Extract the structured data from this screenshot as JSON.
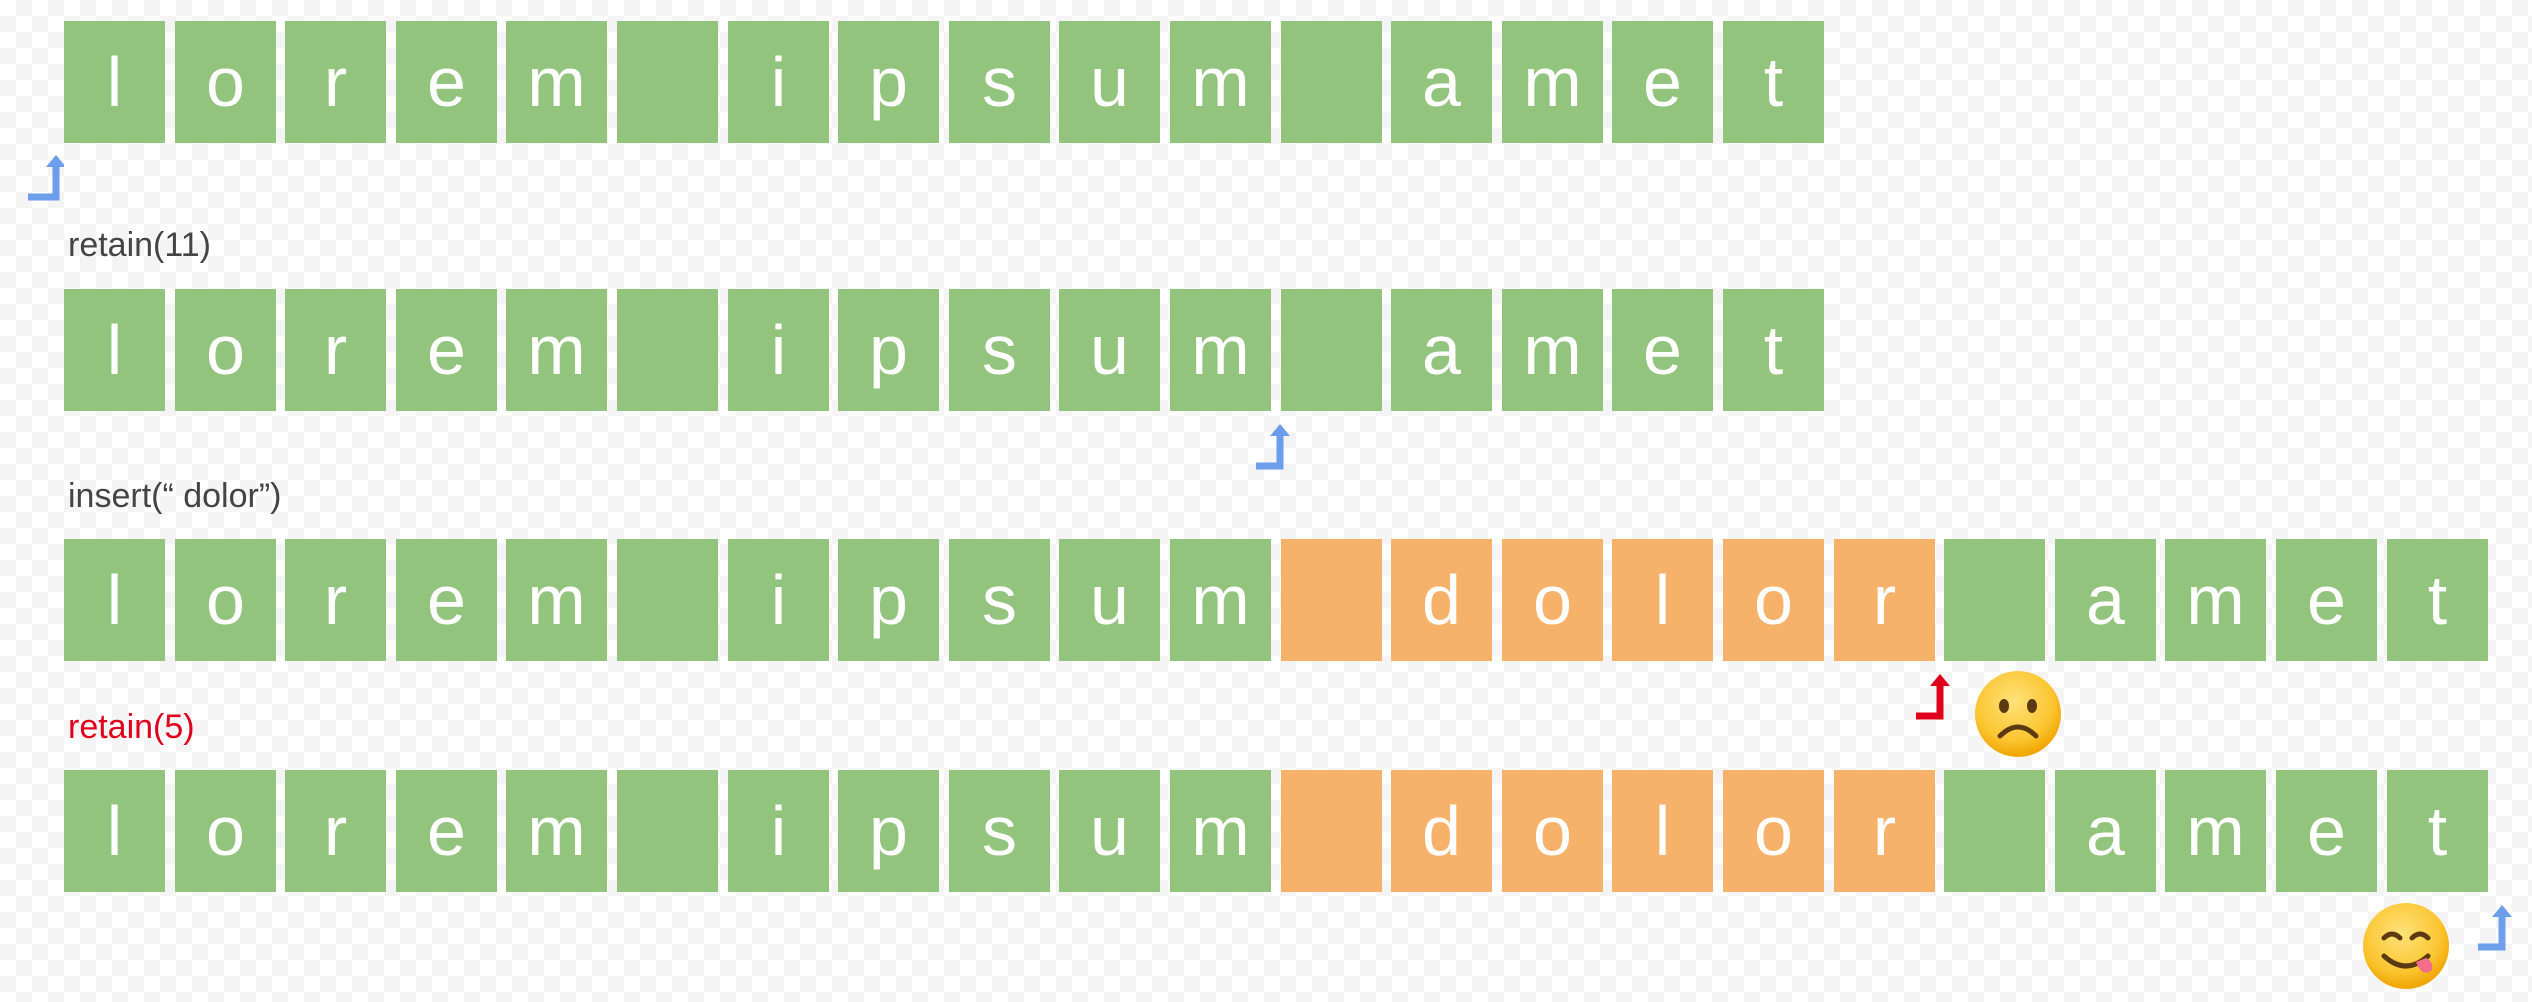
{
  "rows": [
    {
      "cells": [
        {
          "char": "l",
          "kind": "original"
        },
        {
          "char": "o",
          "kind": "original"
        },
        {
          "char": "r",
          "kind": "original"
        },
        {
          "char": "e",
          "kind": "original"
        },
        {
          "char": "m",
          "kind": "original"
        },
        {
          "char": " ",
          "kind": "original"
        },
        {
          "char": "i",
          "kind": "original"
        },
        {
          "char": "p",
          "kind": "original"
        },
        {
          "char": "s",
          "kind": "original"
        },
        {
          "char": "u",
          "kind": "original"
        },
        {
          "char": "m",
          "kind": "original"
        },
        {
          "char": " ",
          "kind": "original"
        },
        {
          "char": "a",
          "kind": "original"
        },
        {
          "char": "m",
          "kind": "original"
        },
        {
          "char": "e",
          "kind": "original"
        },
        {
          "char": "t",
          "kind": "original"
        }
      ],
      "cursor_index": 0
    },
    {
      "op_label": "retain(11)",
      "cells": [
        {
          "char": "l",
          "kind": "original"
        },
        {
          "char": "o",
          "kind": "original"
        },
        {
          "char": "r",
          "kind": "original"
        },
        {
          "char": "e",
          "kind": "original"
        },
        {
          "char": "m",
          "kind": "original"
        },
        {
          "char": " ",
          "kind": "original"
        },
        {
          "char": "i",
          "kind": "original"
        },
        {
          "char": "p",
          "kind": "original"
        },
        {
          "char": "s",
          "kind": "original"
        },
        {
          "char": "u",
          "kind": "original"
        },
        {
          "char": "m",
          "kind": "original"
        },
        {
          "char": " ",
          "kind": "original"
        },
        {
          "char": "a",
          "kind": "original"
        },
        {
          "char": "m",
          "kind": "original"
        },
        {
          "char": "e",
          "kind": "original"
        },
        {
          "char": "t",
          "kind": "original"
        }
      ],
      "cursor_index": 11
    },
    {
      "op_label": "insert(“ dolor”)",
      "cells": [
        {
          "char": "l",
          "kind": "original"
        },
        {
          "char": "o",
          "kind": "original"
        },
        {
          "char": "r",
          "kind": "original"
        },
        {
          "char": "e",
          "kind": "original"
        },
        {
          "char": "m",
          "kind": "original"
        },
        {
          "char": " ",
          "kind": "original"
        },
        {
          "char": "i",
          "kind": "original"
        },
        {
          "char": "p",
          "kind": "original"
        },
        {
          "char": "s",
          "kind": "original"
        },
        {
          "char": "u",
          "kind": "original"
        },
        {
          "char": "m",
          "kind": "original"
        },
        {
          "char": " ",
          "kind": "inserted"
        },
        {
          "char": "d",
          "kind": "inserted"
        },
        {
          "char": "o",
          "kind": "inserted"
        },
        {
          "char": "l",
          "kind": "inserted"
        },
        {
          "char": "o",
          "kind": "inserted"
        },
        {
          "char": "r",
          "kind": "inserted"
        },
        {
          "char": " ",
          "kind": "original"
        },
        {
          "char": "a",
          "kind": "original"
        },
        {
          "char": "m",
          "kind": "original"
        },
        {
          "char": "e",
          "kind": "original"
        },
        {
          "char": "t",
          "kind": "original"
        }
      ],
      "cursor_index": 17,
      "cursor_color": "#e0001b",
      "emoji": "frowning-face-icon"
    },
    {
      "op_label": "retain(5)",
      "op_label_color": "#e0001b",
      "cells": [
        {
          "char": "l",
          "kind": "original"
        },
        {
          "char": "o",
          "kind": "original"
        },
        {
          "char": "r",
          "kind": "original"
        },
        {
          "char": "e",
          "kind": "original"
        },
        {
          "char": "m",
          "kind": "original"
        },
        {
          "char": " ",
          "kind": "original"
        },
        {
          "char": "i",
          "kind": "original"
        },
        {
          "char": "p",
          "kind": "original"
        },
        {
          "char": "s",
          "kind": "original"
        },
        {
          "char": "u",
          "kind": "original"
        },
        {
          "char": "m",
          "kind": "original"
        },
        {
          "char": " ",
          "kind": "inserted"
        },
        {
          "char": "d",
          "kind": "inserted"
        },
        {
          "char": "o",
          "kind": "inserted"
        },
        {
          "char": "l",
          "kind": "inserted"
        },
        {
          "char": "o",
          "kind": "inserted"
        },
        {
          "char": "r",
          "kind": "inserted"
        },
        {
          "char": " ",
          "kind": "original"
        },
        {
          "char": "a",
          "kind": "original"
        },
        {
          "char": "m",
          "kind": "original"
        },
        {
          "char": "e",
          "kind": "original"
        },
        {
          "char": "t",
          "kind": "original"
        }
      ],
      "cursor_index": 22,
      "cursor_color": "#6d9eeb",
      "emoji": "face-savoring-food-icon"
    }
  ],
  "colors": {
    "original_cell": "#93c47d",
    "inserted_cell": "#f6b26b",
    "cursor_default": "#6d9eeb",
    "cursor_error": "#e0001b",
    "cell_text": "#ffffff"
  }
}
